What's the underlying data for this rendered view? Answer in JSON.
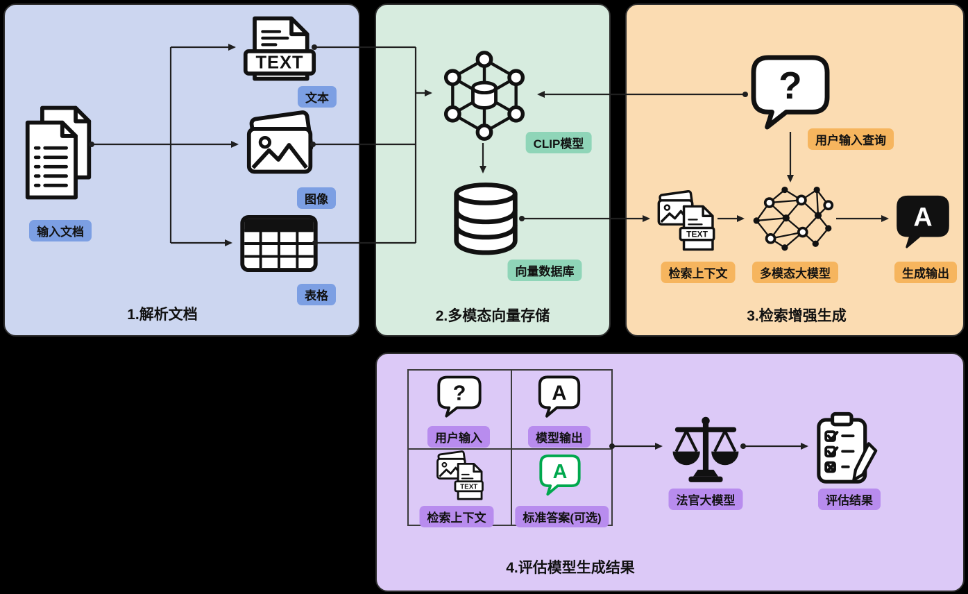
{
  "panels": {
    "parse": {
      "title": "1.解析文档",
      "labels": {
        "input_doc": "输入文档",
        "text": "文本",
        "image": "图像",
        "table": "表格"
      }
    },
    "vector_store": {
      "title": "2.多模态向量存储",
      "labels": {
        "clip_model": "CLIP模型",
        "vector_db": "向量数据库"
      }
    },
    "rag": {
      "title": "3.检索增强生成",
      "labels": {
        "user_query": "用户输入查询",
        "retrieved_context": "检索上下文",
        "mm_model": "多模态大模型",
        "output": "生成输出"
      }
    },
    "evaluation": {
      "title": "4.评估模型生成结果",
      "labels": {
        "user_input": "用户输入",
        "model_output": "模型输出",
        "retrieved_context": "检索上下文",
        "reference_answer": "标准答案(可选)",
        "judge_model": "法官大模型",
        "eval_result": "评估结果"
      }
    }
  },
  "icon_glyphs": {
    "text_badge": "TEXT",
    "question_mark": "?",
    "letter_a": "A"
  },
  "colors": {
    "background": "#000000",
    "panel_parse_bg": "#ccd6f0",
    "panel_vector_bg": "#d7ecdf",
    "panel_rag_bg": "#fbdcb2",
    "panel_eval_bg": "#dcc9f7",
    "pill_parse": "#7c9fe3",
    "pill_vector": "#8fd5b8",
    "pill_rag": "#f6b55e",
    "pill_eval": "#b88cee",
    "line": "#1f1f1f",
    "accent_green": "#00a84d"
  }
}
